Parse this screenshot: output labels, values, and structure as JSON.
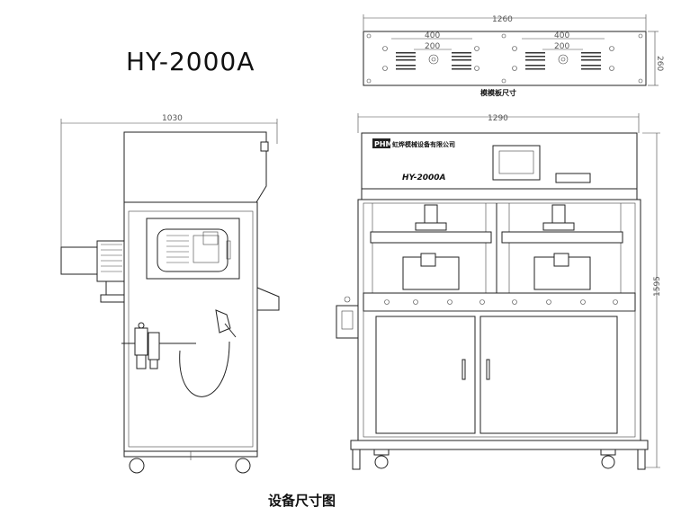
{
  "model_title": "HY-2000A",
  "caption": "设备尺寸图",
  "mold_plate": {
    "label": "模模板尺寸",
    "dim_width": "1260",
    "dim_height": "260",
    "dim_left_pitch": "400",
    "dim_left_inner": "200",
    "dim_right_pitch": "400",
    "dim_right_inner": "200"
  },
  "side_view": {
    "dim_depth": "1030"
  },
  "front_view": {
    "dim_width": "1290",
    "dim_height": "1595",
    "panel_model": "HY-2000A",
    "brand_logo": "PHM",
    "brand_name": "虹烨模械设备有限公司"
  }
}
